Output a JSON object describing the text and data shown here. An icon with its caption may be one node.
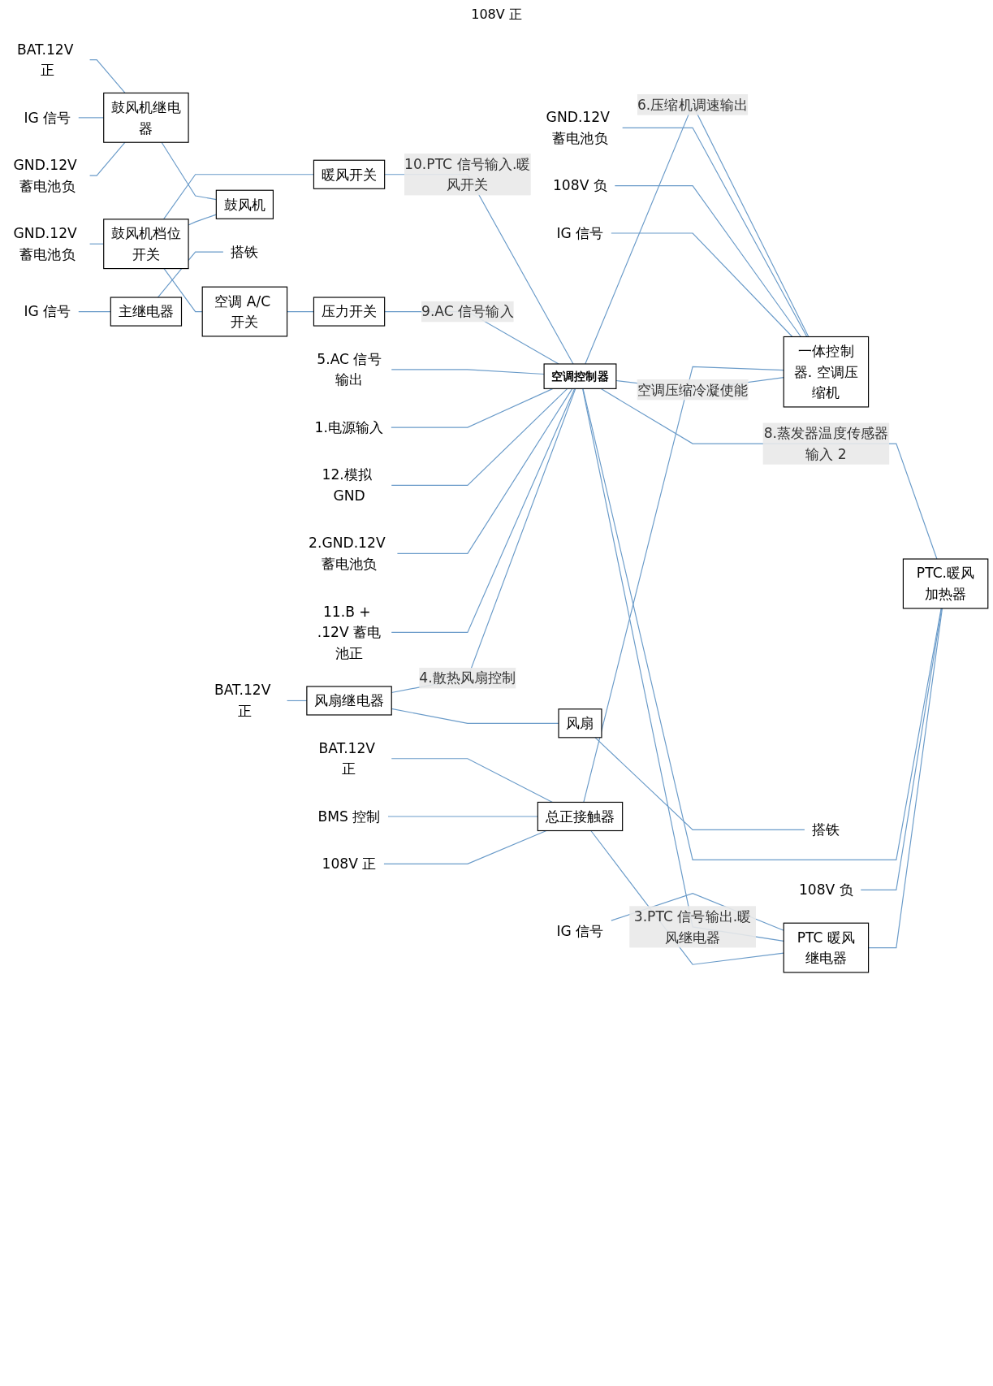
{
  "diagram": {
    "nodes": [
      {
        "text": [
          "风扇"
        ]
      },
      {
        "text": [
          "主继电器"
        ]
      },
      {
        "text": [
          "风扇继电器"
        ]
      },
      {
        "text": [
          "总正接触器"
        ]
      },
      {
        "text": [
          "一体控制器. 空调压缩机"
        ]
      },
      {
        "text": [
          "空调控制器"
        ]
      },
      {
        "text": [
          "空调 A/C 开关"
        ]
      },
      {
        "text": [
          "压力开关"
        ]
      },
      {
        "text": [
          "PTC 暖风继电器"
        ]
      },
      {
        "text": [
          "鼓风机档位开关"
        ]
      },
      {
        "text": [
          "暖风开关"
        ]
      },
      {
        "text": [
          "PTC.暖风加热器"
        ]
      },
      {
        "text": [
          "鼓风机"
        ]
      },
      {
        "text": [
          "鼓风机继电器"
        ]
      },
      {
        "text": [
          "搭铁"
        ]
      },
      {
        "text": [
          "搭铁"
        ]
      },
      {
        "text": [
          "IG 信号"
        ]
      },
      {
        "text": [
          "BAT.12V 正"
        ]
      },
      {
        "text": [
          "108V 正"
        ]
      },
      {
        "text": [
          "BMS 控制"
        ]
      },
      {
        "text": [
          "IG 信号"
        ]
      },
      {
        "text": [
          "BAT.12V 正"
        ]
      },
      {
        "text": [
          "108V 负"
        ]
      },
      {
        "text": [
          "GND.12V 蓄电池负"
        ]
      },
      {
        "text": [
          "11.B + .12V 蓄电池正"
        ]
      },
      {
        "text": [
          "2.GND.12V 蓄电池负"
        ]
      },
      {
        "text": [
          "12.模拟 GND"
        ]
      },
      {
        "text": [
          "1.电源输入"
        ]
      },
      {
        "text": [
          "5.AC 信号输出"
        ]
      },
      {
        "text": [
          "IG 信号"
        ]
      },
      {
        "text": [
          "108V 负"
        ]
      },
      {
        "text": [
          "GND.12V 蓄电池负"
        ]
      },
      {
        "text": [
          "GND.12V 蓄电池负"
        ]
      },
      {
        "text": [
          "IG 信号"
        ]
      },
      {
        "text": [
          "BAT.12V 正"
        ]
      }
    ],
    "edges": [
      {
        "from": 16,
        "to": 1,
        "arrow": "none"
      },
      {
        "from": 1,
        "to": 15,
        "arrow": "none"
      },
      {
        "from": 17,
        "to": 2,
        "arrow": "none"
      },
      {
        "from": 2,
        "to": 0,
        "arrow": "none"
      },
      {
        "from": 0,
        "to": 14,
        "arrow": "none"
      },
      {
        "from": 2,
        "to": 5,
        "arrow": "none",
        "label": "4.散热风扇控制"
      },
      {
        "from": 5,
        "to": 4,
        "arrow": "none",
        "label": "空调压缩冷凝使能"
      },
      {
        "from": 18,
        "to": 3,
        "arrow": "none"
      },
      {
        "from": 19,
        "to": 3,
        "arrow": "none"
      },
      {
        "from": 21,
        "to": 3,
        "arrow": "none"
      },
      {
        "from": 3,
        "to": 4,
        "arrow": "none"
      },
      {
        "from": 3,
        "to": 8,
        "arrow": "none"
      },
      {
        "from": 20,
        "to": 4,
        "arrow": "none"
      },
      {
        "from": 22,
        "to": 4,
        "arrow": "none"
      },
      {
        "from": 23,
        "to": 4,
        "arrow": "none"
      },
      {
        "from": 5,
        "to": 4,
        "arrow": "none",
        "label": "6.压缩机调速输出"
      },
      {
        "from": 24,
        "to": 5,
        "arrow": "none"
      },
      {
        "from": 25,
        "to": 5,
        "arrow": "none"
      },
      {
        "from": 26,
        "to": 5,
        "arrow": "none"
      },
      {
        "from": 27,
        "to": 5,
        "arrow": "none"
      },
      {
        "from": 28,
        "to": 5,
        "arrow": "none"
      },
      {
        "from": 5,
        "to": 8,
        "arrow": "none",
        "label": "3.PTC 信号输出.暖风继电器"
      },
      {
        "from": 29,
        "to": 8,
        "arrow": "none"
      },
      {
        "from": 8,
        "to": 11,
        "arrow": "none"
      },
      {
        "from": 30,
        "to": 11,
        "arrow": "none"
      },
      {
        "from": 5,
        "to": 11,
        "arrow": "none"
      },
      {
        "from": 11,
        "to": 5,
        "arrow": "none",
        "label": "8.蒸发器温度传感器输入 2"
      },
      {
        "from": 6,
        "to": 7,
        "arrow": "none"
      },
      {
        "from": 7,
        "to": 5,
        "arrow": "none",
        "label": "9.AC 信号输入"
      },
      {
        "from": 9,
        "to": 6,
        "arrow": "none"
      },
      {
        "from": 31,
        "to": 9,
        "arrow": "none"
      },
      {
        "from": 9,
        "to": 10,
        "arrow": "none"
      },
      {
        "from": 10,
        "to": 5,
        "arrow": "none",
        "label": "10.PTC 信号输入.暖风开关"
      },
      {
        "from": 9,
        "to": 12,
        "arrow": "none"
      },
      {
        "from": 13,
        "to": 12,
        "arrow": "none"
      },
      {
        "from": 32,
        "to": 13,
        "arrow": "none"
      },
      {
        "from": 33,
        "to": 13,
        "arrow": "none"
      },
      {
        "from": 34,
        "to": 13,
        "arrow": "none"
      }
    ],
    "labels": [
      "108V 正"
    ]
  }
}
